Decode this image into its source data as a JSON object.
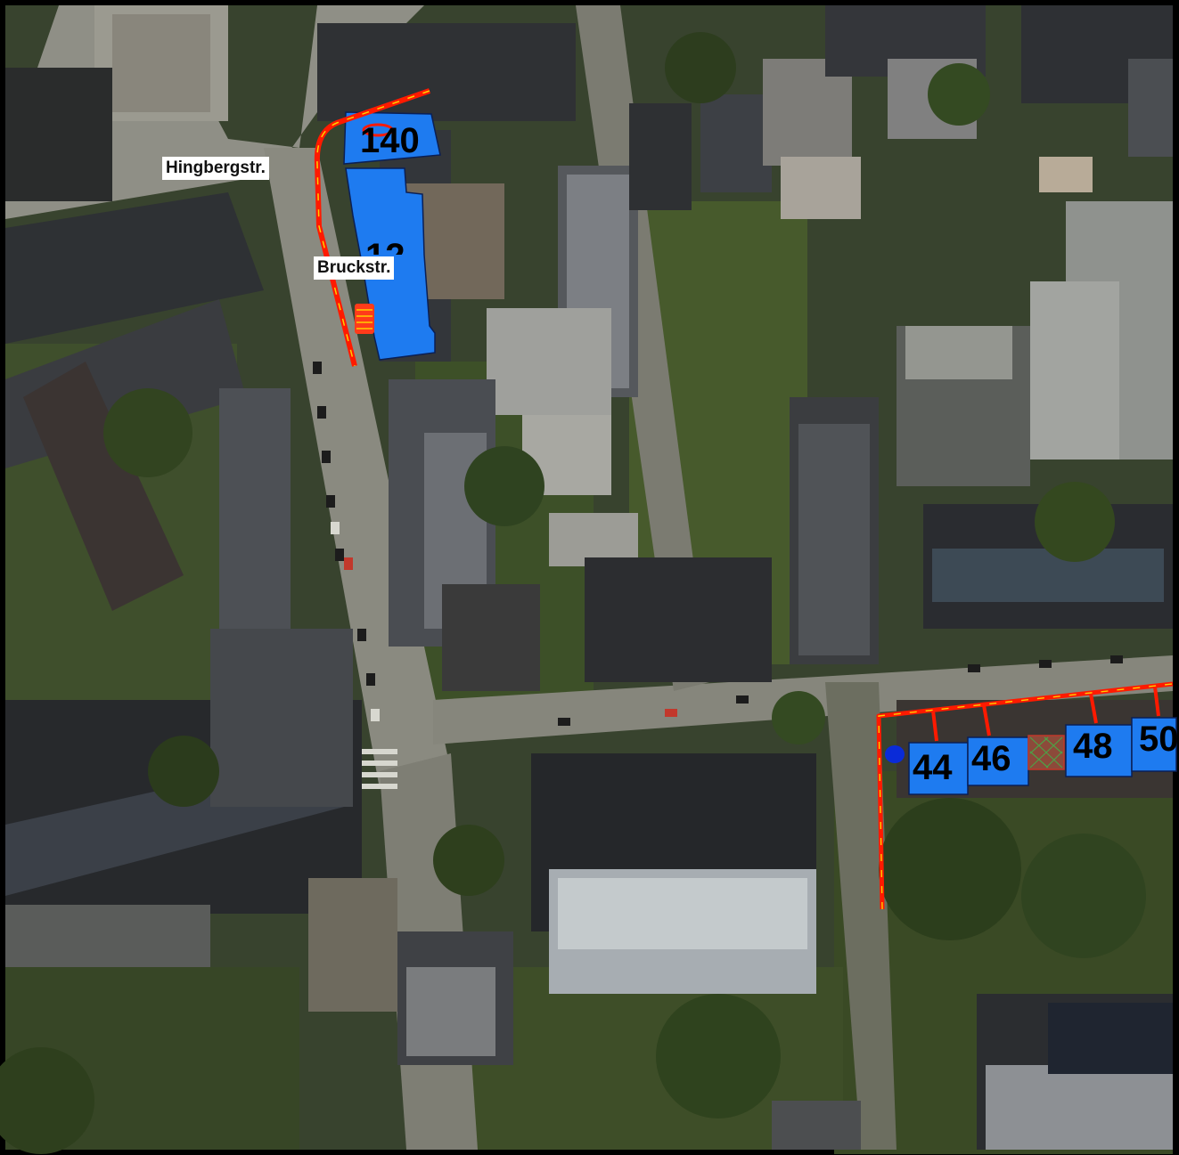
{
  "map": {
    "streets": {
      "hingbergstr": "Hingbergstr.",
      "bruckstr": "Bruckstr."
    },
    "house_numbers": {
      "n140": "140",
      "n1x": "12",
      "n44": "44",
      "n46": "46",
      "n48": "48",
      "n50": "50"
    },
    "colors": {
      "parcel_fill": "#1e7bf0",
      "pipeline": "#ff1a00",
      "pipeline_dash": "#ffcf00",
      "marker": "#0a2bd8"
    }
  }
}
